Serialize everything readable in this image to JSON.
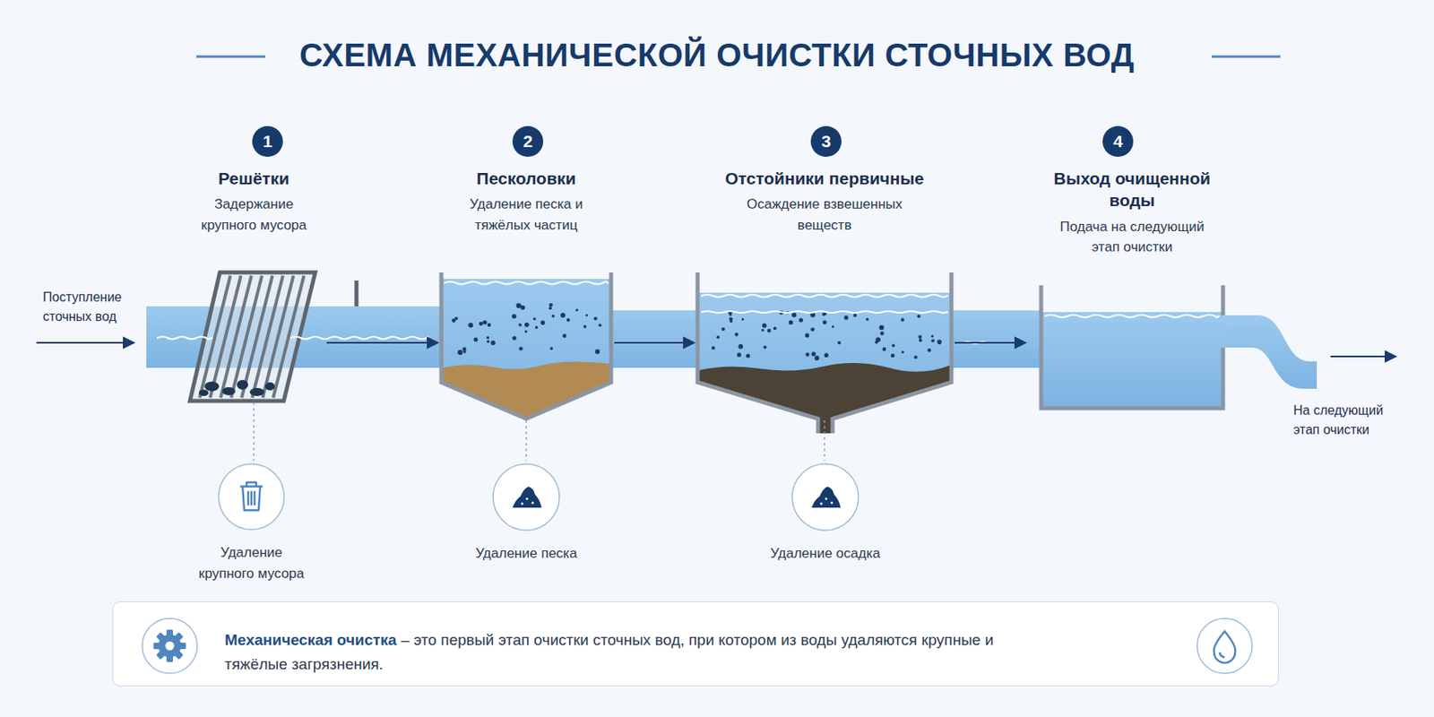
{
  "diagram": {
    "title": "СХЕМА МЕХАНИЧЕСКОЙ ОЧИСТКИ СТОЧНЫХ ВОД",
    "nodes": [
      {
        "text": [
          "Решётки",
          "Задержание крупного мусора"
        ]
      },
      {
        "text": [
          "Песколовки",
          "Удаление песка и тяжёлых частиц"
        ]
      },
      {
        "text": [
          "Отстойники первичные",
          "Осаждение взвешенных веществ"
        ]
      },
      {
        "text": [
          "Выход очищенной воды",
          "Подача на следующий этап очистки"
        ]
      },
      {
        "text": [
          "Удаление крупного мусора"
        ]
      },
      {
        "text": [
          "Удаление песка"
        ]
      },
      {
        "text": [
          "Удаление осадка"
        ]
      },
      {
        "text": [
          "Механическая очистка",
          "– это первый этап очистки сточных вод, при котором из воды удаляются крупные и тяжёлые загрязнения."
        ]
      }
    ],
    "edges": [
      {
        "from": 0,
        "to": 1,
        "arrow": "to"
      },
      {
        "from": 1,
        "to": 2,
        "arrow": "to"
      },
      {
        "from": 2,
        "to": 3,
        "arrow": "to"
      },
      {
        "from": 0,
        "to": 4,
        "arrow": "none"
      },
      {
        "from": 1,
        "to": 5,
        "arrow": "none"
      },
      {
        "from": 2,
        "to": 6,
        "arrow": "none"
      }
    ],
    "labels": [
      "1",
      "2",
      "3",
      "4",
      "Поступление сточных вод",
      "На следующий этап очистки"
    ]
  }
}
